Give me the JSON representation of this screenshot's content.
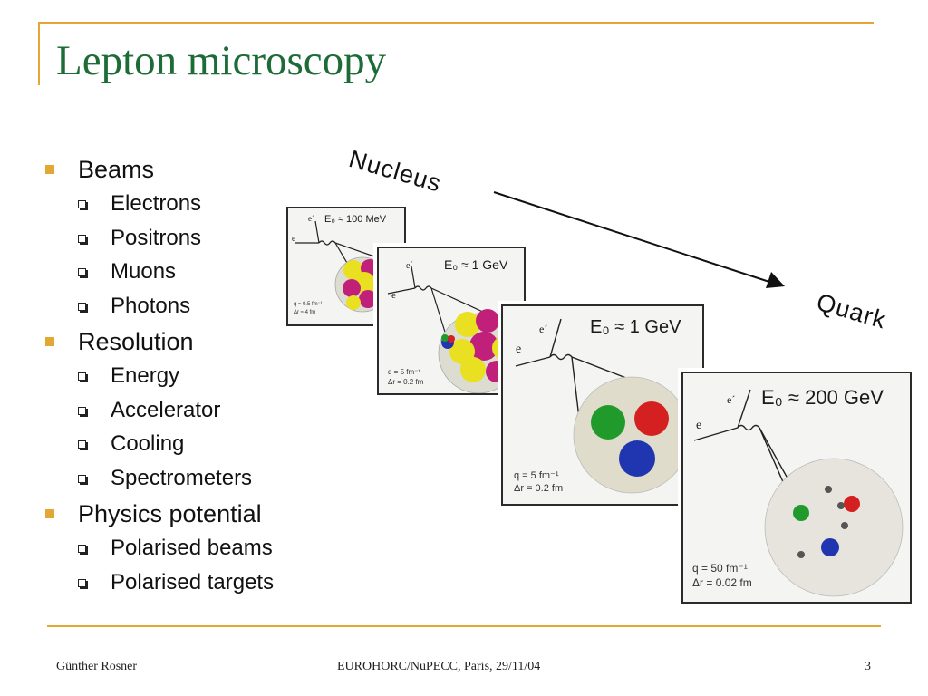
{
  "slide": {
    "title": "Lepton microscopy",
    "bullets": [
      {
        "label": "Beams",
        "subitems": [
          "Electrons",
          "Positrons",
          "Muons",
          "Photons"
        ]
      },
      {
        "label": "Resolution",
        "subitems": [
          "Energy",
          "Accelerator",
          "Cooling",
          "Spectrometers"
        ]
      },
      {
        "label": "Physics potential",
        "subitems": [
          "Polarised beams",
          "Polarised targets"
        ]
      }
    ]
  },
  "figure": {
    "nucleus_label": "Nucleus",
    "quark_label": "Quark",
    "beam_in": "e",
    "beam_out": "e´",
    "panels": [
      {
        "energy": "E₀ ≈ 100 MeV",
        "q": "q ≈ 0.5 fm⁻¹",
        "dr": "Δr ≈ 4 fm"
      },
      {
        "energy": "E₀ ≈ 1 GeV",
        "q": "q = 5 fm⁻¹",
        "dr": "Δr = 0.2 fm"
      },
      {
        "energy": "E₀ ≈ 1 GeV",
        "q": "q = 5 fm⁻¹",
        "dr": "Δr = 0.2 fm"
      },
      {
        "energy": "E₀ ≈ 200 GeV",
        "q": "q = 50 fm⁻¹",
        "dr": "Δr = 0.02 fm"
      }
    ]
  },
  "footer": {
    "author": "Günther Rosner",
    "event": "EUROHORC/NuPECC, Paris, 29/11/04",
    "page": "3"
  },
  "colors": {
    "accent_gold": "#e2a833",
    "title_green": "#1d6b36",
    "quark_red": "#d42020",
    "quark_green": "#1f9a2b",
    "quark_blue": "#2035b0",
    "nucleon_yellow": "#e8e020",
    "nucleon_magenta": "#c0207a"
  }
}
